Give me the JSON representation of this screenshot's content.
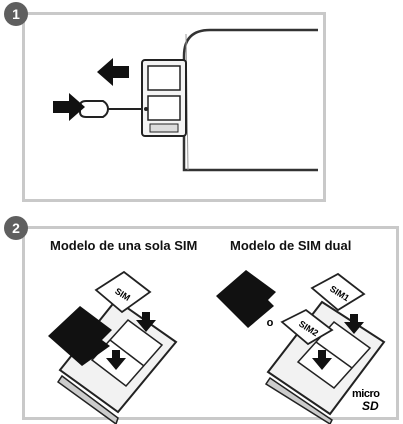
{
  "steps": [
    {
      "number": "1"
    },
    {
      "number": "2"
    }
  ],
  "variants": {
    "single_label": "Modelo de una sola SIM",
    "dual_label": "Modelo de SIM dual"
  },
  "sim_cards": {
    "single": "SIM",
    "sim1": "SIM1",
    "sim2": "SIM2"
  },
  "separator": "o",
  "logo": {
    "top": "micro",
    "bottom": "SD"
  },
  "colors": {
    "badge": "#5f5f5f",
    "frame": "#c9c9c9",
    "black": "#111111"
  }
}
